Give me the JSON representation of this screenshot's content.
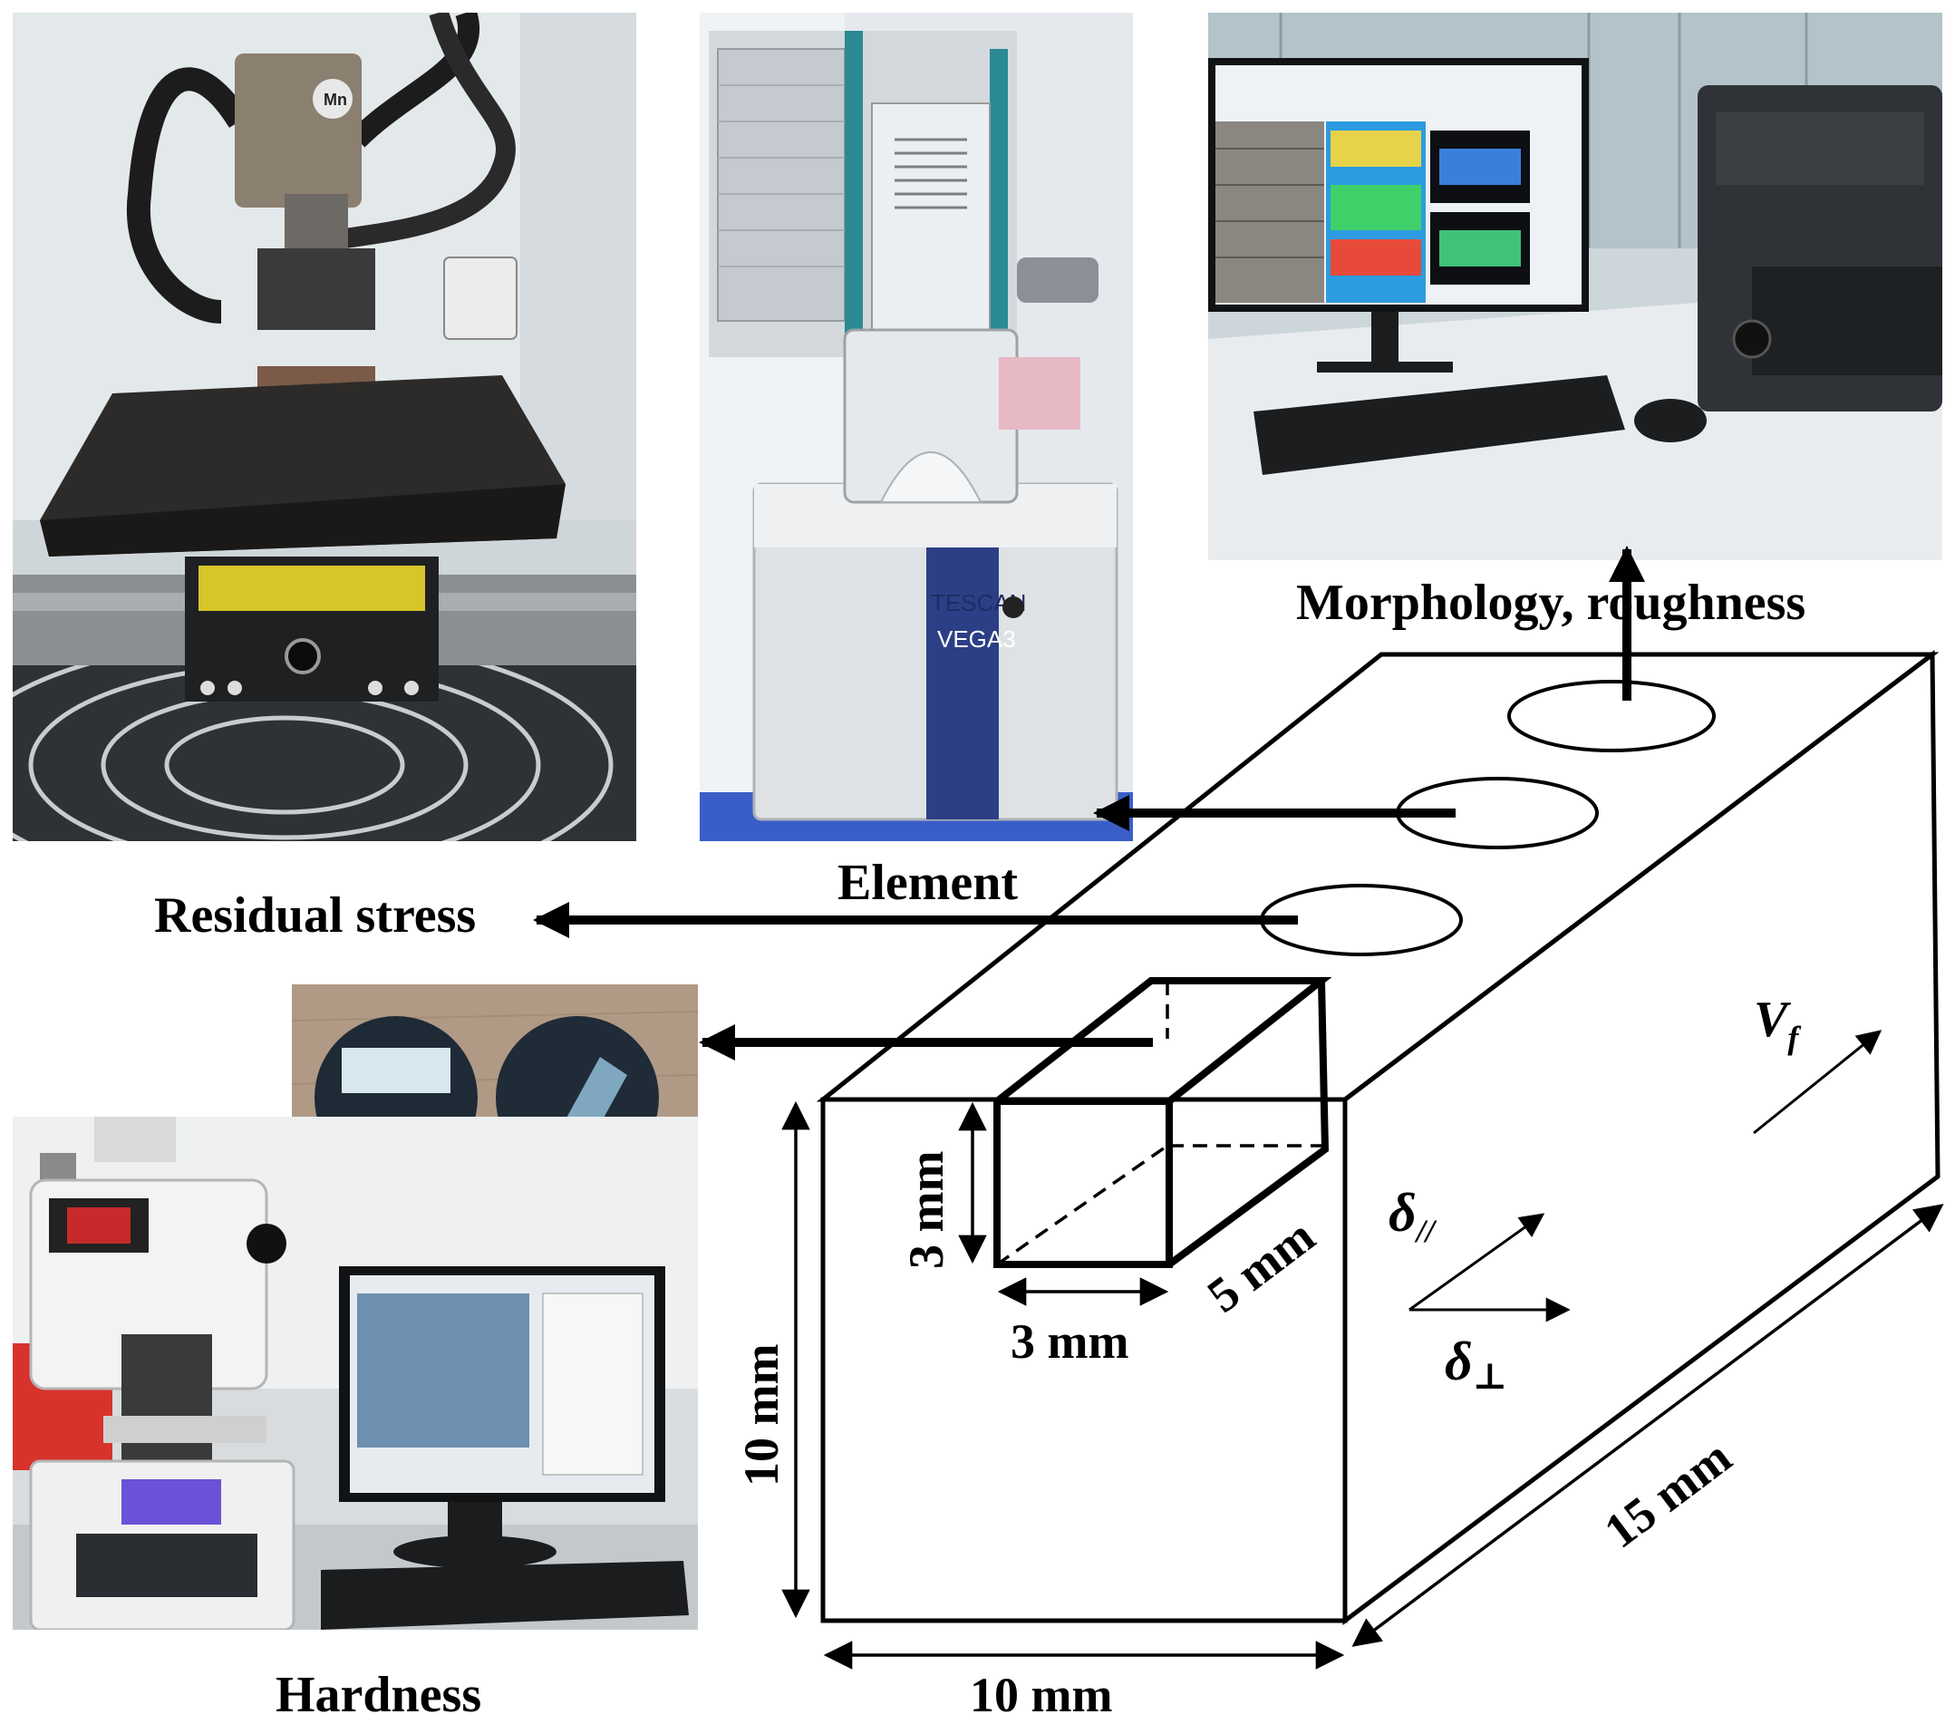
{
  "labels": {
    "morphology": "Morphology, roughness",
    "element": "Element",
    "residual_stress": "Residual stress",
    "hardness": "Hardness"
  },
  "dimensions": {
    "sample_height": "10 mm",
    "sample_width": "10 mm",
    "sample_length": "15 mm",
    "cut_height": "3 mm",
    "cut_width": "3 mm",
    "cut_depth": "5 mm"
  },
  "directions": {
    "feed_velocity": "V",
    "feed_velocity_sub": "f",
    "parallel": "δ",
    "parallel_sub": "//",
    "perpendicular": "δ",
    "perpendicular_sub": "⊥"
  },
  "photo_text": {
    "xrd_badge": "Mn",
    "sem_brand": "TESCAN",
    "sem_model": "VEGA3"
  }
}
